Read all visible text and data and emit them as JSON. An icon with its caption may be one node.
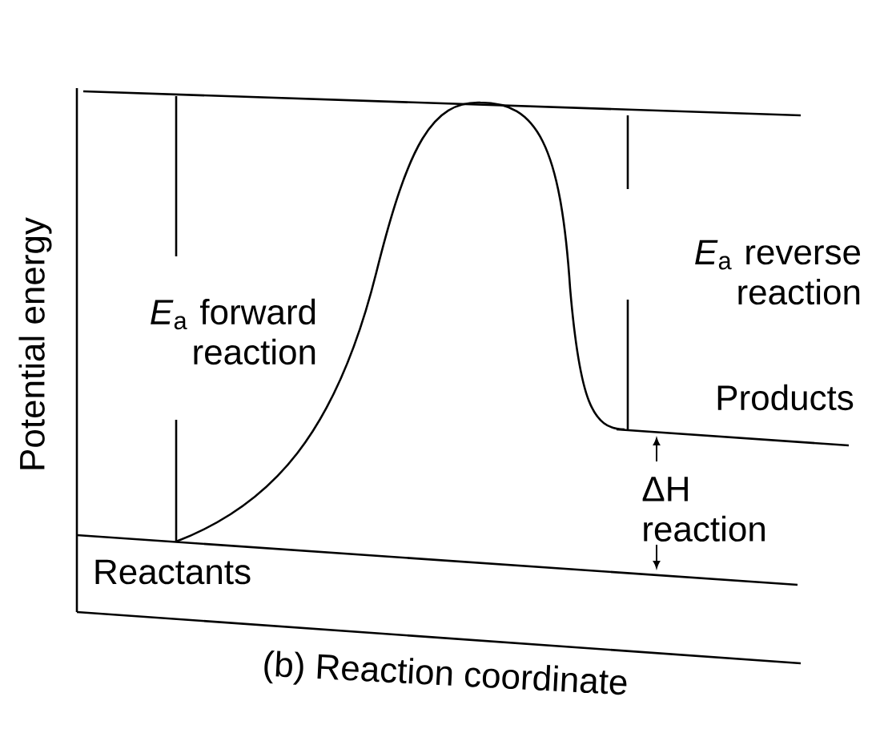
{
  "diagram": {
    "caption": "(b) Reaction coordinate",
    "labels": [
      "Potential energy",
      "*E*$_{a}$ forward reaction",
      "*E*$_{a}$ reverse reaction",
      "Products",
      "ΔH reaction",
      "Reactants"
    ]
  }
}
